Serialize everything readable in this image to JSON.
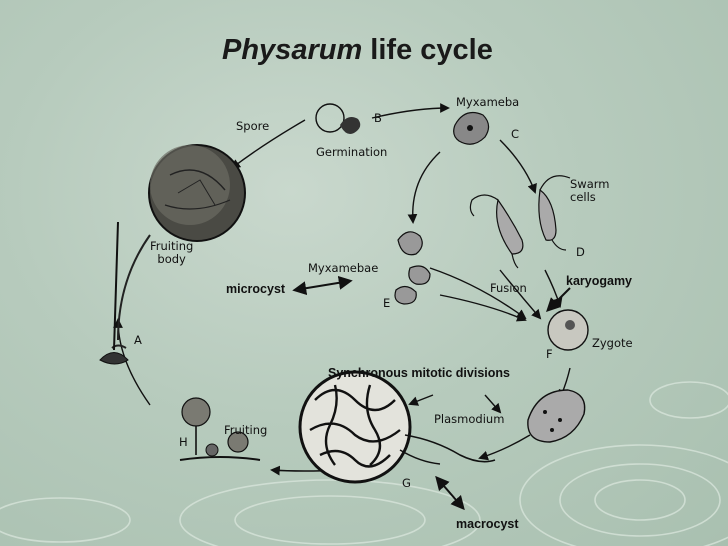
{
  "title": {
    "italic": "Physarum",
    "rest": " life cycle"
  },
  "labels": {
    "spore": "Spore",
    "b": "B",
    "germination": "Germination",
    "myxameba": "Myxameba",
    "c": "C",
    "swarm_cells": "Swarm\ncells",
    "d": "D",
    "fruiting_body": "Fruiting\nbody",
    "myxamebae": "Myxamebae",
    "e": "E",
    "fusion": "Fusion",
    "a": "A",
    "f": "F",
    "zygote": "Zygote",
    "plasmodium": "Plasmodium",
    "fruiting": "Fruiting",
    "h": "H",
    "g": "G"
  },
  "annotations": {
    "microcyst": "microcyst",
    "karyogamy": "karyogamy",
    "synchronous": "Synchronous mitotic divisions",
    "macrocyst": "macrocyst"
  }
}
